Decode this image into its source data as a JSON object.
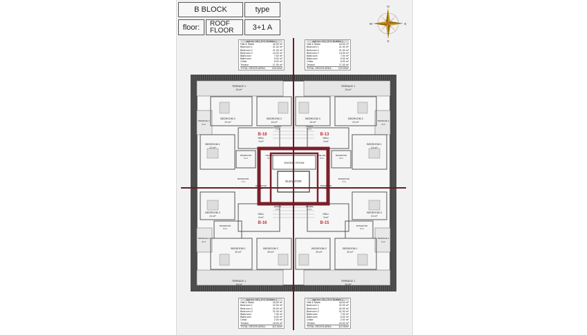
{
  "header": {
    "block_label": "B BLOCK",
    "type_label": "type",
    "floor_label": "floor:",
    "floor_value_line1": "ROOF",
    "floor_value_line2": "FLOOR",
    "type_value": "3+1 A"
  },
  "compass": {
    "n": "N",
    "s": "S",
    "e": "E",
    "w": "W"
  },
  "apartments": {
    "top_left": {
      "title": "apt no: 18 ( 3+1 Dublex )",
      "rows": [
        [
          "Hall & Stairs",
          "16.00 m²"
        ],
        [
          "Bedroom 1",
          "21.00 m²"
        ],
        [
          "Bedroom 2",
          "21.00 m²"
        ],
        [
          "Bedroom 3",
          "14.00 m²"
        ],
        [
          "Bathroom",
          "7.00 m²"
        ],
        [
          "Bathroom",
          "5.00 m²"
        ],
        [
          "Cellar",
          "6.00 m²"
        ],
        [
          "Terrace",
          "17.00 m²"
        ]
      ],
      "total": [
        "TOTAL GROSS AREA :",
        "103.00m²"
      ]
    },
    "top_right": {
      "title": "apt no: 13 ( 3+1 Dublex )",
      "rows": [
        [
          "Hall & Stairs",
          "16.00 m²"
        ],
        [
          "Bedroom 1",
          "21.00 m²"
        ],
        [
          "Bedroom 2",
          "21.00 m²"
        ],
        [
          "Bedroom 3",
          "14.00 m²"
        ],
        [
          "Bathroom",
          "7.00 m²"
        ],
        [
          "Bathroom",
          "5.00 m²"
        ],
        [
          "Cellar",
          "6.00 m²"
        ],
        [
          "Terrace",
          "17.00 m²"
        ]
      ],
      "total": [
        "TOTAL GROSS AREA :",
        "103.00m²"
      ]
    },
    "bottom_left": {
      "title": "apt no: 16 ( 3+1 Dublex )",
      "rows": [
        [
          "Hall & Stairs",
          "16.00 m²"
        ],
        [
          "Bedroom 1",
          "22.00 m²"
        ],
        [
          "Bedroom 2",
          "20.00 m²"
        ],
        [
          "Bedroom 3",
          "21.00 m²"
        ],
        [
          "Bathroom",
          "7.00 m²"
        ],
        [
          "Bathroom",
          "6.00 m²"
        ],
        [
          "Cellar",
          "2.00 m²"
        ],
        [
          "Terrace",
          "18.00 m²"
        ]
      ],
      "total": [
        "TOTAL GROSS AREA :",
        "112.00m²"
      ]
    },
    "bottom_right": {
      "title": "apt no: 15 ( 3+1 Dublex )",
      "rows": [
        [
          "Hall & Stairs",
          "16.00 m²"
        ],
        [
          "Bedroom 1",
          "22.00 m²"
        ],
        [
          "Bedroom 2",
          "20.00 m²"
        ],
        [
          "Bedroom 3",
          "21.00 m²"
        ],
        [
          "Bathroom",
          "7.00 m²"
        ],
        [
          "Bathroom",
          "6.00 m²"
        ],
        [
          "Cellar",
          "2.00 m²"
        ],
        [
          "Terrace",
          "18.00 m²"
        ]
      ],
      "total": [
        "TOTAL GROSS AREA :",
        "112.00m²"
      ]
    }
  },
  "plan": {
    "core": {
      "engine_room": "ENGINE ROOM",
      "elevator": "ELEVATOR"
    },
    "unit_ids": {
      "tl": "B-18",
      "tr": "B-13",
      "bl": "B-16",
      "br": "B-15"
    },
    "labels": {
      "terrace_1_top": "TERRACE 1",
      "terrace_1_top_area": "13 m²",
      "terrace_1_bottom": "TERRACE 1",
      "terrace_1_bottom_area": "14 m²",
      "terrace_2": "TERRACE 2",
      "terrace_2_top_area": "4 m²",
      "terrace_2_bottom_area": "4 m²",
      "bedroom_1": "BEDROOM 1",
      "bedroom_2": "BEDROOM 2",
      "bedroom_3": "BEDROOM 3",
      "bedroom_1_top_area": "21 m²",
      "bedroom_2_top_area": "21 m²",
      "bedroom_3_top_area": "14 m²",
      "bedroom_1_bottom_area": "22 m²",
      "bedroom_2_bottom_area": "20 m²",
      "bedroom_3_bottom_area": "21 m²",
      "stairs": "STAIRS",
      "stairs_area": "7 m²",
      "hall": "HALL",
      "hall_top_area": "9 m²",
      "hall_bottom_area": "9 m²",
      "bathroom": "BATHROOM",
      "bathroom_small_area": "5 m²",
      "bathroom_large_area": "7 m²",
      "bathroom_bottom_area": "6 m²",
      "cellar": "CELLAR",
      "cellar_area": "6 m²"
    }
  }
}
